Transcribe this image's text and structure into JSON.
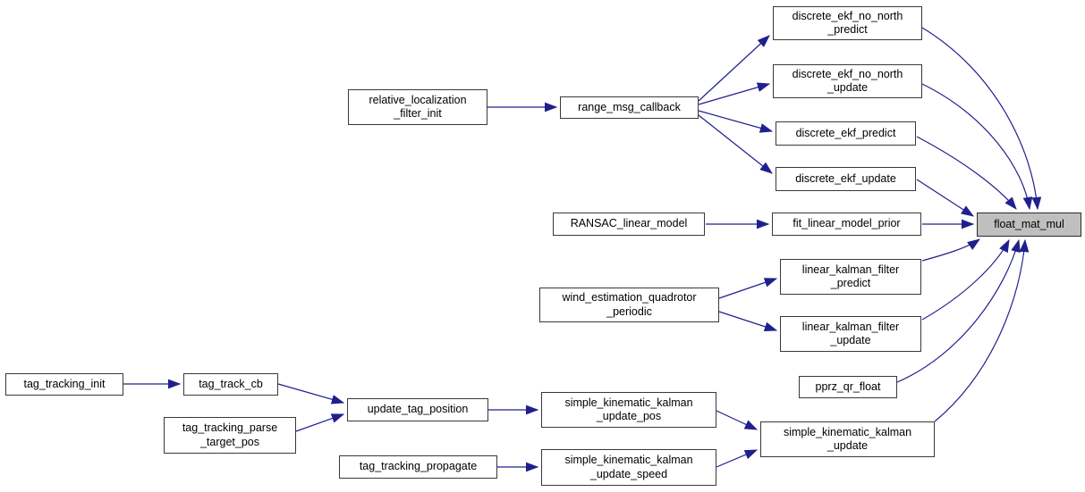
{
  "diagram": {
    "type": "call-graph",
    "highlighted_node": "float_mat_mul",
    "colors": {
      "edge": "#20208d",
      "node_border": "#383838",
      "node_fill": "#ffffff",
      "highlight_fill": "#bfbfbf",
      "background": "#ffffff"
    },
    "nodes": {
      "discrete_ekf_no_north_predict": {
        "label": "discrete_ekf_no_north\n_predict"
      },
      "discrete_ekf_no_north_update": {
        "label": "discrete_ekf_no_north\n_update"
      },
      "discrete_ekf_predict": {
        "label": "discrete_ekf_predict"
      },
      "discrete_ekf_update": {
        "label": "discrete_ekf_update"
      },
      "float_mat_mul": {
        "label": "float_mat_mul"
      },
      "range_msg_callback": {
        "label": "range_msg_callback"
      },
      "relative_localization_filter_init": {
        "label": "relative_localization\n_filter_init"
      },
      "RANSAC_linear_model": {
        "label": "RANSAC_linear_model"
      },
      "fit_linear_model_prior": {
        "label": "fit_linear_model_prior"
      },
      "linear_kalman_filter_predict": {
        "label": "linear_kalman_filter\n_predict"
      },
      "wind_estimation_quadrotor_periodic": {
        "label": "wind_estimation_quadrotor\n_periodic"
      },
      "linear_kalman_filter_update": {
        "label": "linear_kalman_filter\n_update"
      },
      "pprz_qr_float": {
        "label": "pprz_qr_float"
      },
      "simple_kinematic_kalman_update": {
        "label": "simple_kinematic_kalman\n_update"
      },
      "tag_tracking_init": {
        "label": "tag_tracking_init"
      },
      "tag_track_cb": {
        "label": "tag_track_cb"
      },
      "tag_tracking_parse_target_pos": {
        "label": "tag_tracking_parse\n_target_pos"
      },
      "update_tag_position": {
        "label": "update_tag_position"
      },
      "simple_kinematic_kalman_update_pos": {
        "label": "simple_kinematic_kalman\n_update_pos"
      },
      "tag_tracking_propagate": {
        "label": "tag_tracking_propagate"
      },
      "simple_kinematic_kalman_update_speed": {
        "label": "simple_kinematic_kalman\n_update_speed"
      }
    },
    "edges": [
      {
        "from": "relative_localization_filter_init",
        "to": "range_msg_callback"
      },
      {
        "from": "range_msg_callback",
        "to": "discrete_ekf_no_north_predict"
      },
      {
        "from": "range_msg_callback",
        "to": "discrete_ekf_no_north_update"
      },
      {
        "from": "range_msg_callback",
        "to": "discrete_ekf_predict"
      },
      {
        "from": "range_msg_callback",
        "to": "discrete_ekf_update"
      },
      {
        "from": "discrete_ekf_no_north_predict",
        "to": "float_mat_mul"
      },
      {
        "from": "discrete_ekf_no_north_update",
        "to": "float_mat_mul"
      },
      {
        "from": "discrete_ekf_predict",
        "to": "float_mat_mul"
      },
      {
        "from": "discrete_ekf_update",
        "to": "float_mat_mul"
      },
      {
        "from": "RANSAC_linear_model",
        "to": "fit_linear_model_prior"
      },
      {
        "from": "fit_linear_model_prior",
        "to": "float_mat_mul"
      },
      {
        "from": "wind_estimation_quadrotor_periodic",
        "to": "linear_kalman_filter_predict"
      },
      {
        "from": "wind_estimation_quadrotor_periodic",
        "to": "linear_kalman_filter_update"
      },
      {
        "from": "linear_kalman_filter_predict",
        "to": "float_mat_mul"
      },
      {
        "from": "linear_kalman_filter_update",
        "to": "float_mat_mul"
      },
      {
        "from": "pprz_qr_float",
        "to": "float_mat_mul"
      },
      {
        "from": "simple_kinematic_kalman_update",
        "to": "float_mat_mul"
      },
      {
        "from": "tag_tracking_init",
        "to": "tag_track_cb"
      },
      {
        "from": "tag_track_cb",
        "to": "update_tag_position"
      },
      {
        "from": "tag_tracking_parse_target_pos",
        "to": "update_tag_position"
      },
      {
        "from": "update_tag_position",
        "to": "simple_kinematic_kalman_update_pos"
      },
      {
        "from": "tag_tracking_propagate",
        "to": "simple_kinematic_kalman_update_speed"
      },
      {
        "from": "simple_kinematic_kalman_update_pos",
        "to": "simple_kinematic_kalman_update"
      },
      {
        "from": "simple_kinematic_kalman_update_speed",
        "to": "simple_kinematic_kalman_update"
      }
    ]
  }
}
